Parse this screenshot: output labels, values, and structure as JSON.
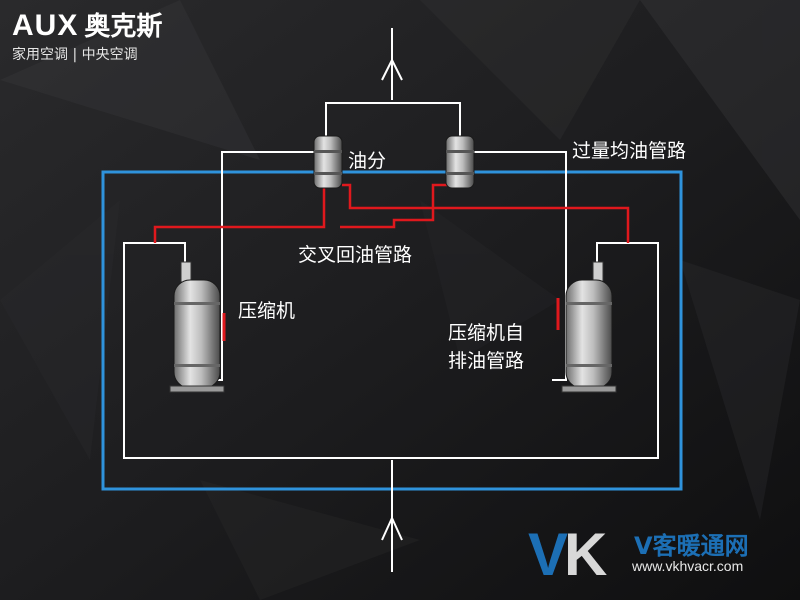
{
  "brand": {
    "logo": "AUX",
    "name_cn": "奥克斯",
    "tagline": "家用空调 | 中央空调"
  },
  "labels": {
    "oil_separator": "油分",
    "equalizing_line": "过量均油管路",
    "cross_return": "交叉回油管路",
    "compressor": "压缩机",
    "self_discharge_1": "压缩机自",
    "self_discharge_2": "排油管路"
  },
  "watermark": {
    "logo_v": "V",
    "logo_k": "K",
    "name": "V客暖通网",
    "url": "www.vkhvacr.com"
  },
  "colors": {
    "pipe": "#ffffff",
    "oil_line": "#e0181d",
    "system_frame": "#2f93dc"
  }
}
